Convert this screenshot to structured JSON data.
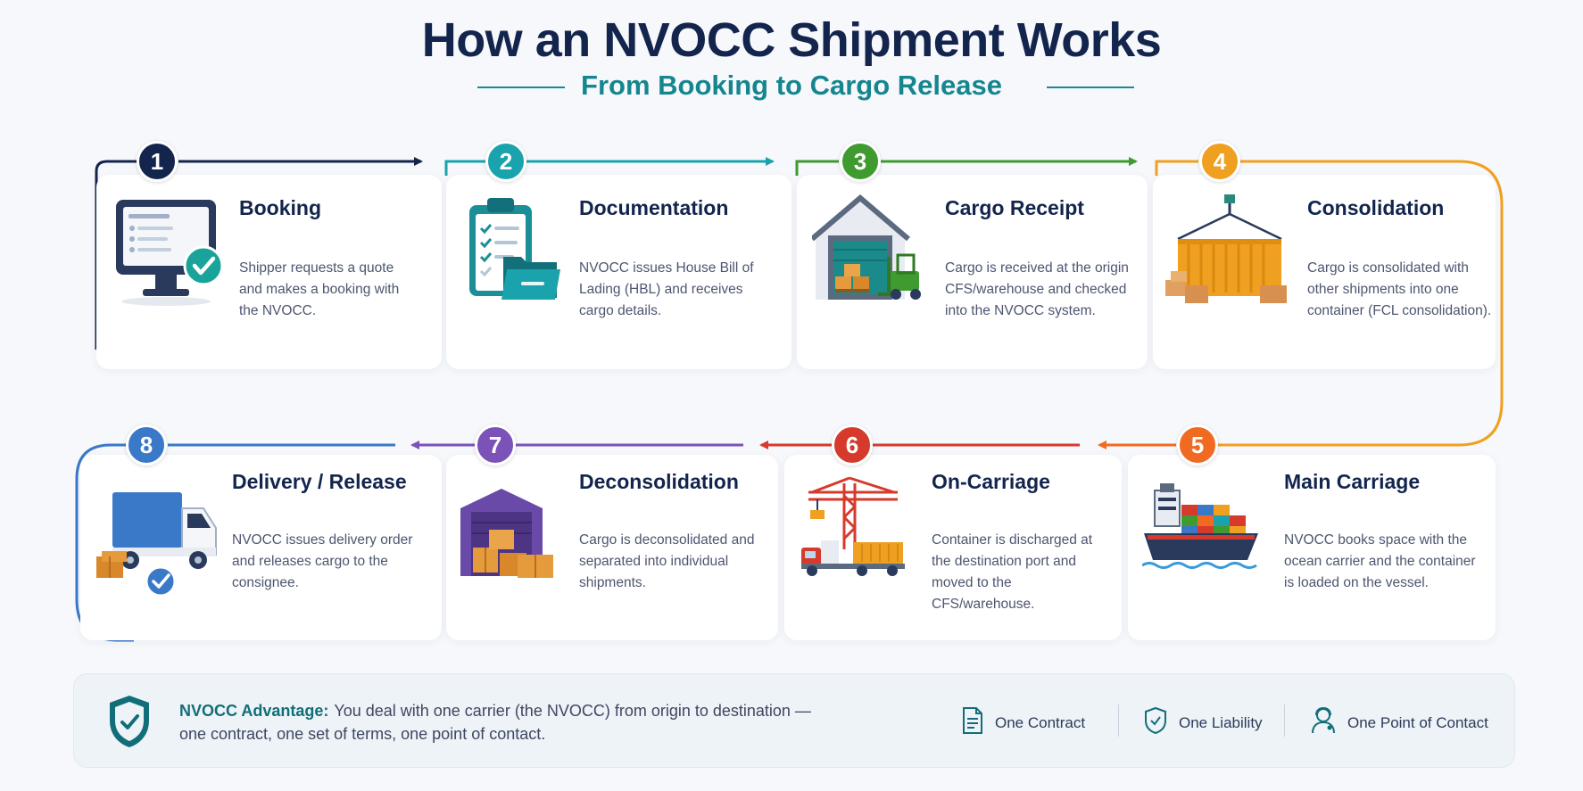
{
  "title": "How an NVOCC Shipment Works",
  "subtitle": "From Booking to Cargo Release",
  "colors": {
    "navy": "#13254d",
    "teal": "#1aa3ad",
    "green": "#3f9a2f",
    "orange": "#f0a020",
    "deep_orange": "#f06a21",
    "red": "#d63a2c",
    "purple": "#7b52b8",
    "blue": "#3a78c8"
  },
  "steps": [
    {
      "number": "1",
      "title": "Booking",
      "description": "Shipper requests a quote and makes a booking with the NVOCC.",
      "icon": "computer-check-icon",
      "color": "#13254d"
    },
    {
      "number": "2",
      "title": "Documentation",
      "description": "NVOCC issues House Bill of Lading (HBL) and receives cargo details.",
      "icon": "clipboard-folder-icon",
      "color": "#1aa3ad"
    },
    {
      "number": "3",
      "title": "Cargo Receipt",
      "description": "Cargo is received at the origin CFS/warehouse and checked into the NVOCC system.",
      "icon": "warehouse-forklift-icon",
      "color": "#3f9a2f"
    },
    {
      "number": "4",
      "title": "Consolidation",
      "description": "Cargo is consolidated with other shipments into one container (FCL consolidation).",
      "icon": "container-hoist-icon",
      "color": "#f0a020"
    },
    {
      "number": "5",
      "title": "Main Carriage",
      "description": "NVOCC books space with the ocean carrier and the container is loaded on the vessel.",
      "icon": "cargo-ship-icon",
      "color": "#f06a21"
    },
    {
      "number": "6",
      "title": "On-Carriage",
      "description": "Container is discharged at the destination port and moved to the CFS/warehouse.",
      "icon": "crane-truck-icon",
      "color": "#d63a2c"
    },
    {
      "number": "7",
      "title": "Deconsolidation",
      "description": "Cargo is deconsolidated and separated into individual shipments.",
      "icon": "warehouse-boxes-icon",
      "color": "#7b52b8"
    },
    {
      "number": "8",
      "title": "Delivery / Release",
      "description": "NVOCC issues delivery order and releases cargo to the consignee.",
      "icon": "delivery-truck-icon",
      "color": "#3a78c8"
    }
  ],
  "advantage": {
    "label": "NVOCC Advantage:",
    "text": "You deal with one carrier (the NVOCC) from origin to destination — one contract, one set of terms, one point of contact.",
    "icon": "shield-check-icon"
  },
  "features": [
    {
      "label": "One Contract",
      "icon": "document-icon"
    },
    {
      "label": "One Liability",
      "icon": "shield-icon"
    },
    {
      "label": "One Point of Contact",
      "icon": "person-headset-icon"
    }
  ]
}
